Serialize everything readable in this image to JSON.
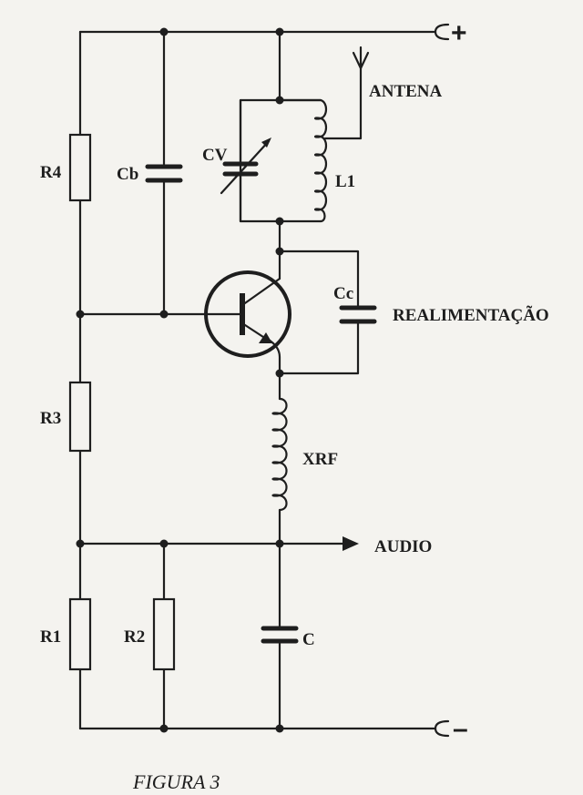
{
  "labels": {
    "r4": "R4",
    "cb": "Cb",
    "cv": "CV",
    "l1": "L1",
    "antena": "ANTENA",
    "cc": "Cc",
    "realimentacao": "REALIMENTAÇÃO",
    "r3": "R3",
    "xrf": "XRF",
    "audio": "AUDIO",
    "r1": "R1",
    "r2": "R2",
    "c": "C"
  },
  "terminals": {
    "positive": "+",
    "negative": "–"
  },
  "caption": "FIGURA 3"
}
